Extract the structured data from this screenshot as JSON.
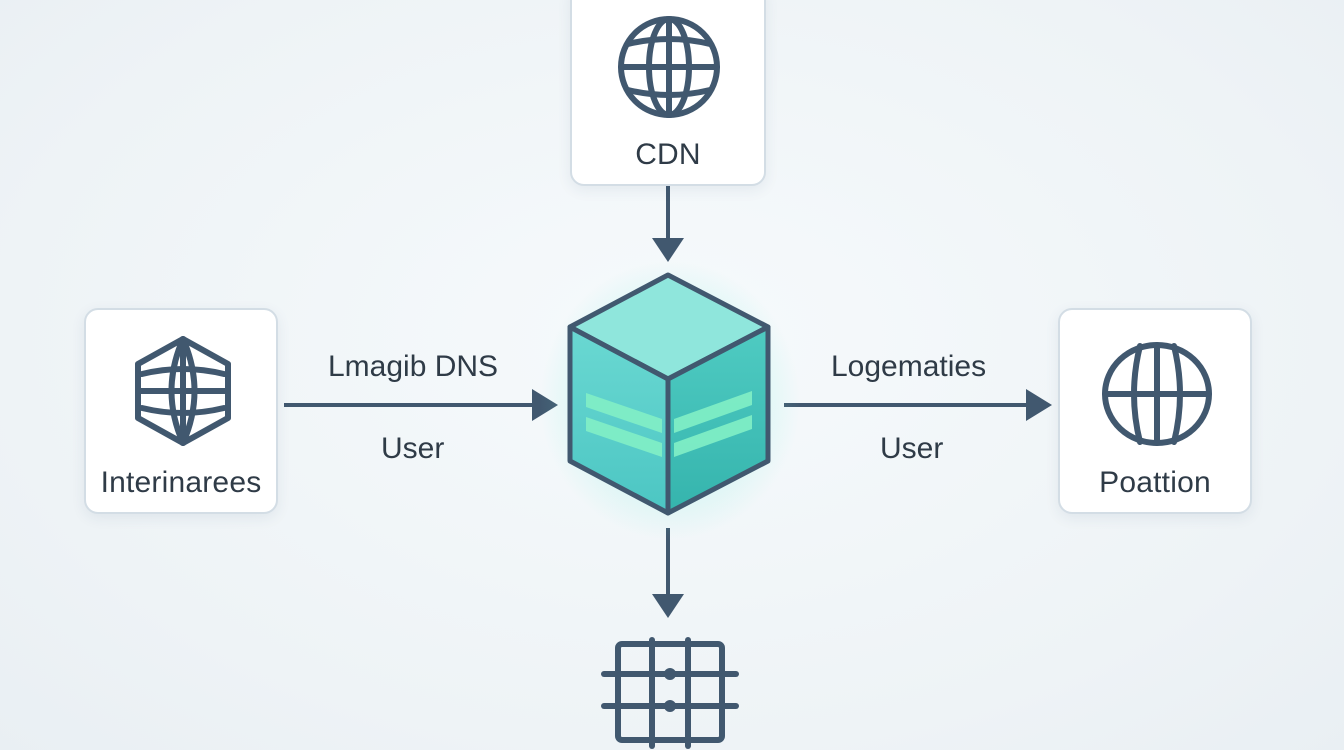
{
  "nodes": {
    "top": {
      "label": "CDN",
      "icon": "globe-icon"
    },
    "left": {
      "label": "Interinarees",
      "icon": "globe-hexagon-icon"
    },
    "right": {
      "label": "Poattion",
      "icon": "globe-icon"
    },
    "center": {
      "icon": "cube-server-icon"
    },
    "bottom": {
      "icon": "grid-icon"
    }
  },
  "edges": {
    "left_to_center": {
      "label_top": "Lmagib DNS",
      "label_bottom": "User"
    },
    "center_to_right": {
      "label_top": "Logematies",
      "label_bottom": "User"
    }
  },
  "colors": {
    "stroke": "#41586f",
    "cube_front": "#5fd3cc",
    "cube_side": "#3fbfb6",
    "cube_top": "#8fe6dc",
    "cube_stripe": "#7df0c8",
    "node_border": "#d3dde5"
  }
}
